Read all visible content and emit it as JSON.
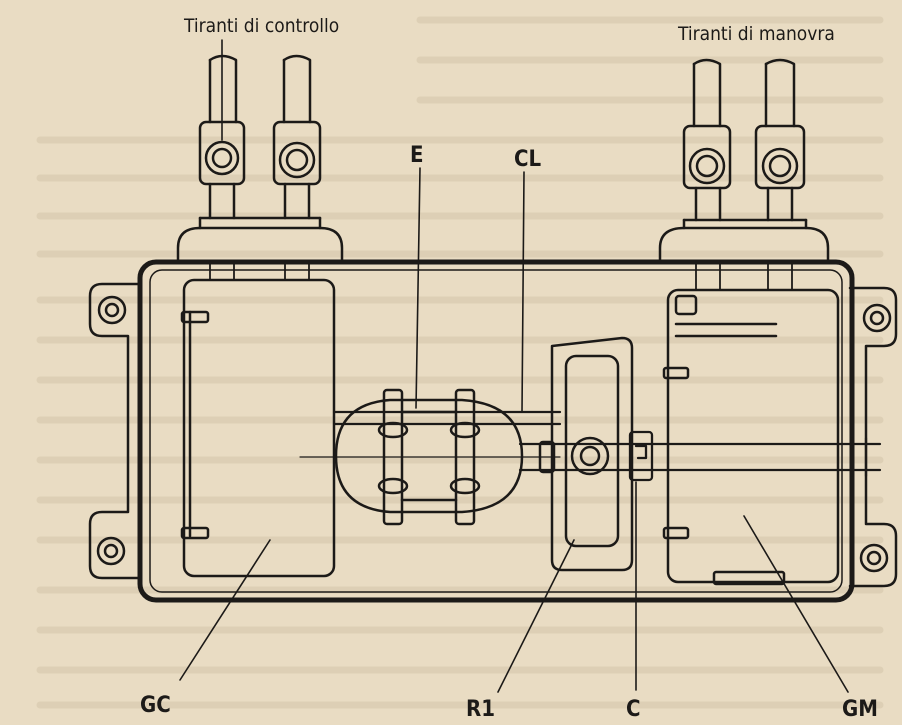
{
  "labels": {
    "control_rods": "Tiranti di controllo",
    "maneuver_rods": "Tiranti di manovra",
    "E": "E",
    "CL": "CL",
    "GC": "GC",
    "R1": "R1",
    "C": "C",
    "GM": "GM"
  },
  "colors": {
    "paper": "#e9dcc3",
    "ink": "#1c1a18",
    "bleed_text": "#c9bba0"
  }
}
